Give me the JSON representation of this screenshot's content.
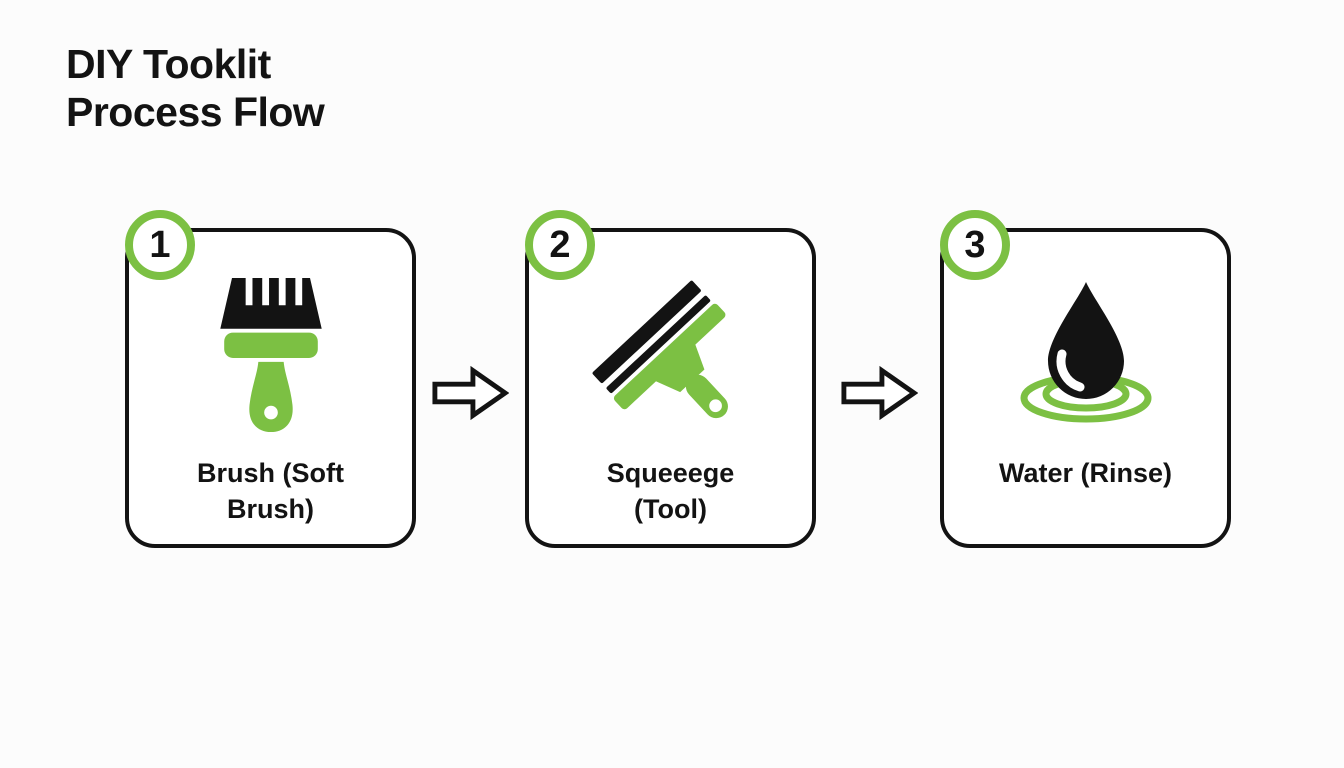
{
  "title": {
    "text": "DIY Tooklit\nProcess Flow"
  },
  "steps": [
    {
      "number": "1",
      "label": "Brush (Soft\nBrush)",
      "icon": "paint-brush"
    },
    {
      "number": "2",
      "label": "Squeeege\n(Tool)",
      "icon": "squeegee"
    },
    {
      "number": "3",
      "label": "Water (Rinse)",
      "icon": "water-drop"
    }
  ],
  "arrows": [
    {
      "icon": "right-arrow"
    },
    {
      "icon": "right-arrow"
    }
  ],
  "colors": {
    "accent_green": "#7cc043",
    "ink_black": "#131313",
    "card_bg": "#ffffff",
    "page_bg": "#fcfcfc"
  }
}
